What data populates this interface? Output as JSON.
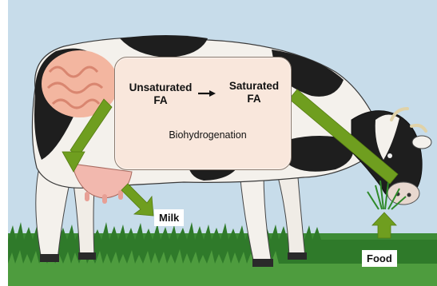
{
  "diagram": {
    "rumen": {
      "unsaturated_label_1": "Unsaturated",
      "unsaturated_label_2": "FA",
      "saturated_label_1": "Saturated",
      "saturated_label_2": "FA",
      "process_label": "Biohydrogenation"
    },
    "outputs": {
      "milk_label": "Milk",
      "food_label": "Food"
    },
    "colors": {
      "arrow": "#6f9e1f",
      "sky": "#c5dbe9",
      "grass": "#3c8a34",
      "rumen_fill": "#f9e7dc"
    },
    "icons": [
      "cow-illustration",
      "grass-tuft",
      "flow-arrow"
    ]
  }
}
